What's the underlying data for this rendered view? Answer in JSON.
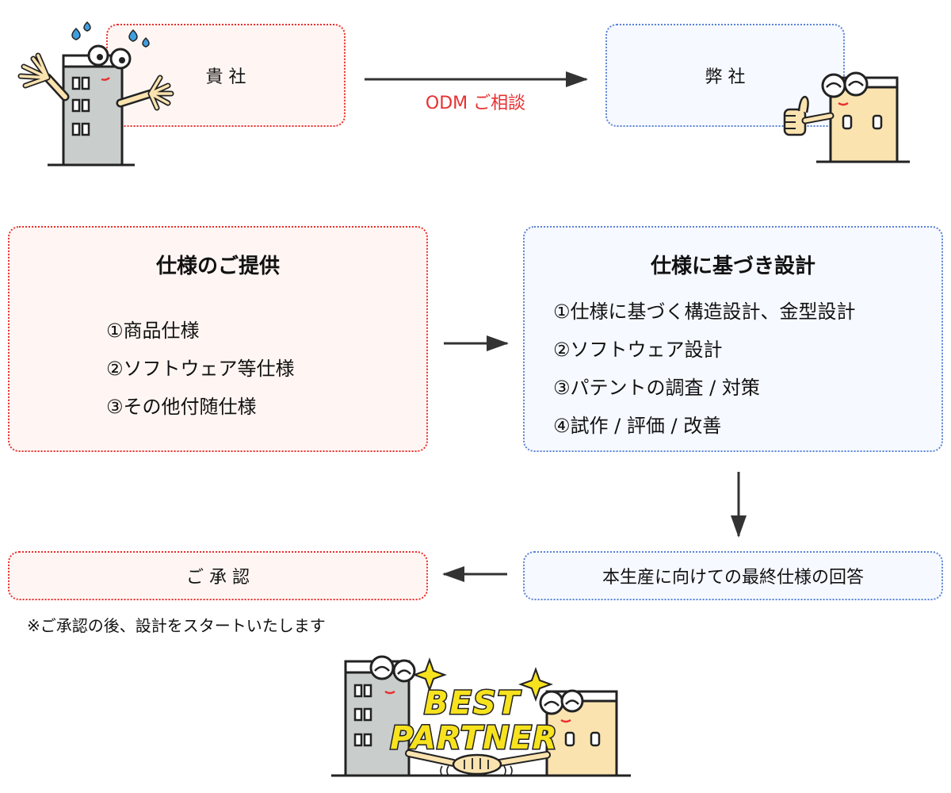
{
  "top": {
    "client_label": "貴 社",
    "odm_label": "弊 社",
    "arrow_label": "ODM ご相談"
  },
  "spec": {
    "title": "仕様のご提供",
    "items": [
      "①商品仕様",
      "②ソフトウェア等仕様",
      "③その他付随仕様"
    ]
  },
  "design": {
    "title": "仕様に基づき設計",
    "items": [
      "①仕様に基づく構造設計、金型設計",
      "②ソフトウェア設計",
      "③パテントの調査 / 対策",
      "④試作 / 評価 / 改善"
    ]
  },
  "approval": {
    "label": "ご 承 認",
    "note": "※ご承認の後、設計をスタートいたします"
  },
  "final_answer": {
    "label": "本生産に向けての最終仕様の回答"
  },
  "partner": {
    "line1": "BEST",
    "line2": "PARTNER"
  },
  "colors": {
    "client_border": "#e8302f",
    "odm_border": "#5b83d6",
    "client_fill": "#fff6f3",
    "odm_fill": "#f6f9ff",
    "arrow_label": "#e8302f",
    "grey_building": "#c9cdcc",
    "tan_building": "#fbe3b0"
  }
}
